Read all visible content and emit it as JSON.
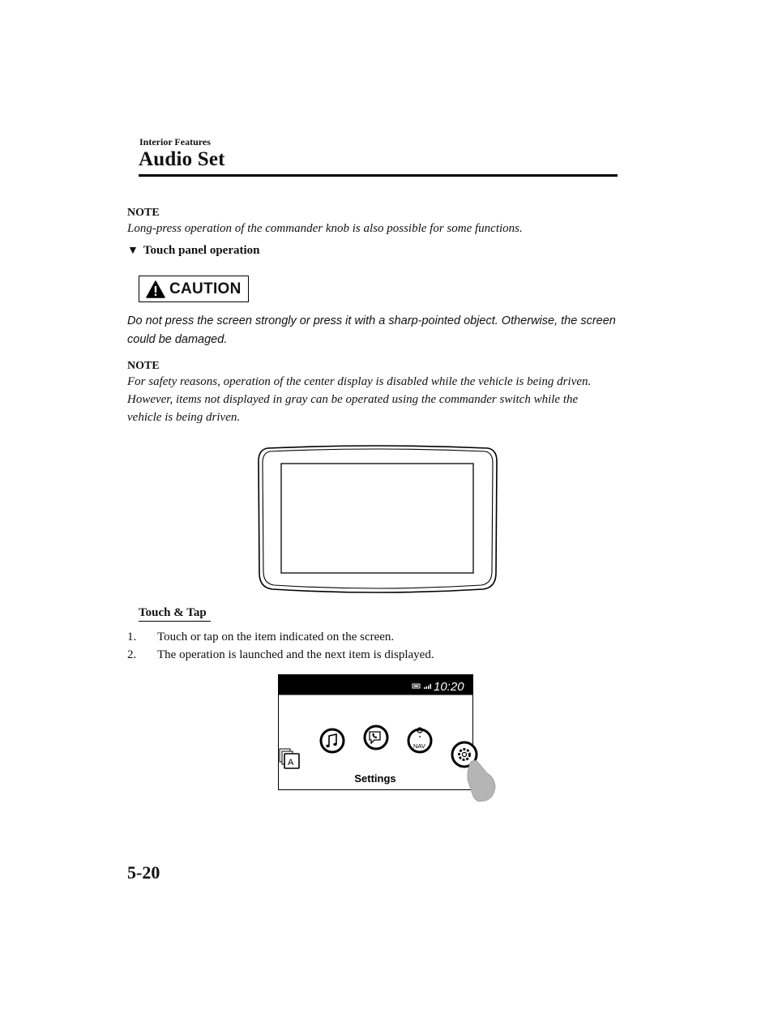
{
  "header": {
    "section_label": "Interior Features",
    "page_title": "Audio Set"
  },
  "note_1": {
    "label": "NOTE",
    "text": "Long-press operation of the commander knob is also possible for some functions."
  },
  "subheading": {
    "marker": "▼",
    "text": "Touch panel operation"
  },
  "caution": {
    "label": "CAUTION",
    "text": "Do not press the screen strongly or press it with a sharp-pointed object. Otherwise, the screen could be damaged."
  },
  "note_2": {
    "label": "NOTE",
    "text": "For safety reasons, operation of the center display is disabled while the vehicle is being driven. However, items not displayed in gray can be operated using the commander switch while the vehicle is being driven."
  },
  "touch_tap": {
    "heading": "Touch & Tap",
    "steps": [
      {
        "num": "1.",
        "text": "Touch or tap on the item indicated on the screen."
      },
      {
        "num": "2.",
        "text": "The operation is launched and the next item is displayed."
      }
    ]
  },
  "screen_illustration": {
    "clock": "10:20",
    "app_label": "A",
    "nav_label": "NAV",
    "selected_caption": "Settings",
    "icons": [
      "applications-icon",
      "music-icon",
      "phone-icon",
      "navigation-icon",
      "settings-icon",
      "finger-icon"
    ]
  },
  "footer": {
    "page_number": "5-20"
  },
  "colors": {
    "caution_icon": "#000000",
    "screen_bar": "#000000",
    "finger": "#b5b5b5"
  }
}
